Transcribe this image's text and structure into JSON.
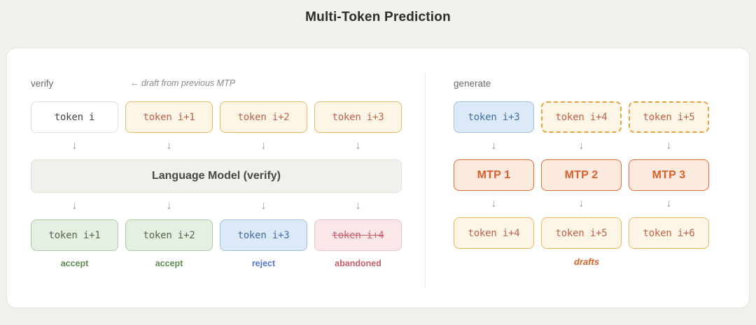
{
  "title": "Multi-Token Prediction",
  "left": {
    "section_label": "verify",
    "note": "← draft from previous MTP",
    "input_row": [
      {
        "text": "token i",
        "style": "plain"
      },
      {
        "text": "token i+1",
        "style": "amber"
      },
      {
        "text": "token i+2",
        "style": "amber"
      },
      {
        "text": "token i+3",
        "style": "amber"
      }
    ],
    "model_bar": "Language Model (verify)",
    "output_row": [
      {
        "text": "token i+1",
        "style": "green",
        "tag": "accept",
        "tag_style": "accept"
      },
      {
        "text": "token i+2",
        "style": "green",
        "tag": "accept",
        "tag_style": "accept"
      },
      {
        "text": "token i+3",
        "style": "blue",
        "tag": "reject",
        "tag_style": "reject"
      },
      {
        "text": "token i+4",
        "style": "pink",
        "tag": "abandoned",
        "tag_style": "abandoned"
      }
    ],
    "arrow_glyph": "↓"
  },
  "right": {
    "section_label": "generate",
    "input_row": [
      {
        "text": "token i+3",
        "style": "blue"
      },
      {
        "text": "token i+4",
        "style": "amber-dashed"
      },
      {
        "text": "token i+5",
        "style": "amber-dashed"
      }
    ],
    "mtp_row": [
      {
        "text": "MTP 1"
      },
      {
        "text": "MTP 2"
      },
      {
        "text": "MTP 3"
      }
    ],
    "output_row": [
      {
        "text": "token i+4",
        "style": "amber"
      },
      {
        "text": "token i+5",
        "style": "amber"
      },
      {
        "text": "token i+6",
        "style": "amber"
      }
    ],
    "footer_label": "drafts",
    "arrow_glyph": "↓"
  },
  "colors": {
    "page_background": "#F2F0EB",
    "card_background": "#FFFFFF",
    "amber_border": "#E8B860",
    "amber_fill": "#FDF6E6",
    "amber_text": "#C0614A",
    "accent_orange": "#D9602A",
    "green": "#5F8C52",
    "blue": "#5577CC",
    "pink": "#C4606C"
  }
}
